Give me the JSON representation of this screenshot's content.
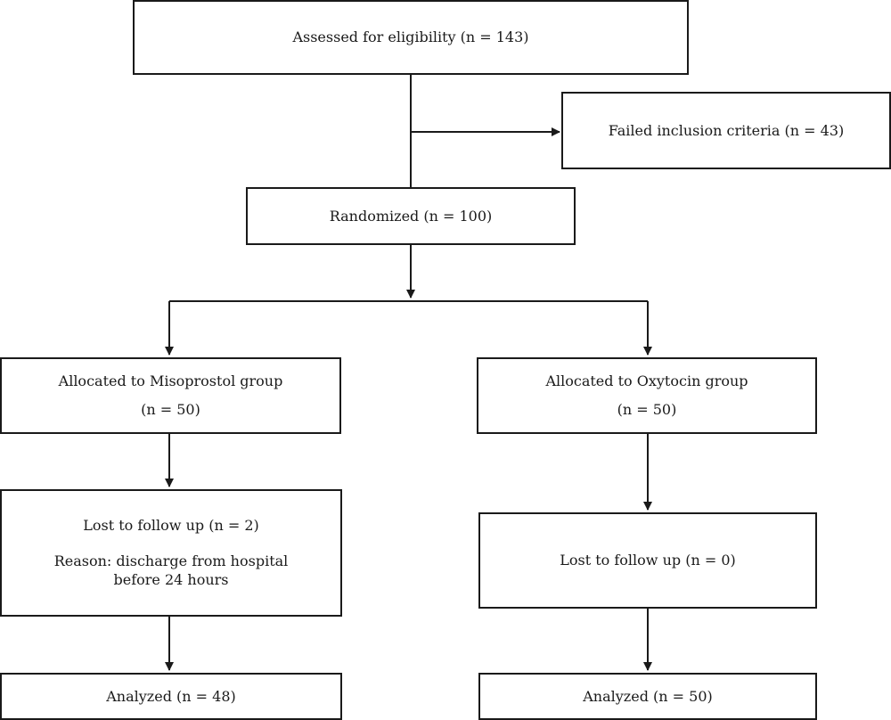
{
  "flowchart": {
    "assessed": "Assessed for eligibility (n = 143)",
    "excluded": "Failed inclusion criteria (n = 43)",
    "randomized": "Randomized (n = 100)",
    "misoprostol": {
      "allocated": "Allocated to Misoprostol group",
      "n": "(n = 50)",
      "lost": "Lost to follow up (n = 2)",
      "reason_line1": "Reason: discharge from hospital",
      "reason_line2": "before 24 hours",
      "analyzed": "Analyzed (n = 48)"
    },
    "oxytocin": {
      "allocated": "Allocated to Oxytocin group",
      "n": "(n = 50)",
      "lost": "Lost to follow up (n = 0)",
      "analyzed": "Analyzed (n = 50)"
    }
  }
}
